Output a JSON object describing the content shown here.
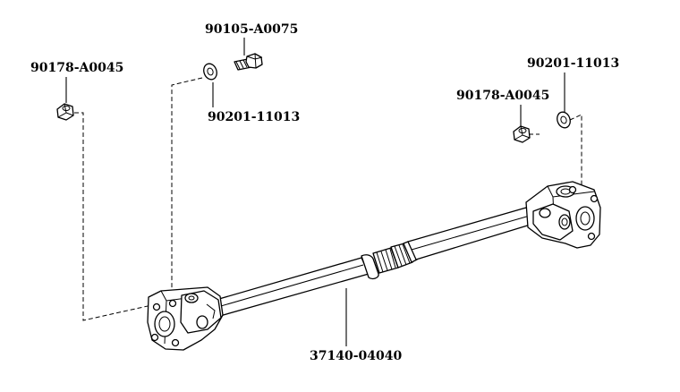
{
  "diagram": {
    "labels": {
      "bolt": "90105-A0075",
      "nut_left": "90178-A0045",
      "washer_left": "90201-11013",
      "washer_right": "90201-11013",
      "nut_right": "90178-A0045",
      "shaft": "37140-04040"
    }
  }
}
